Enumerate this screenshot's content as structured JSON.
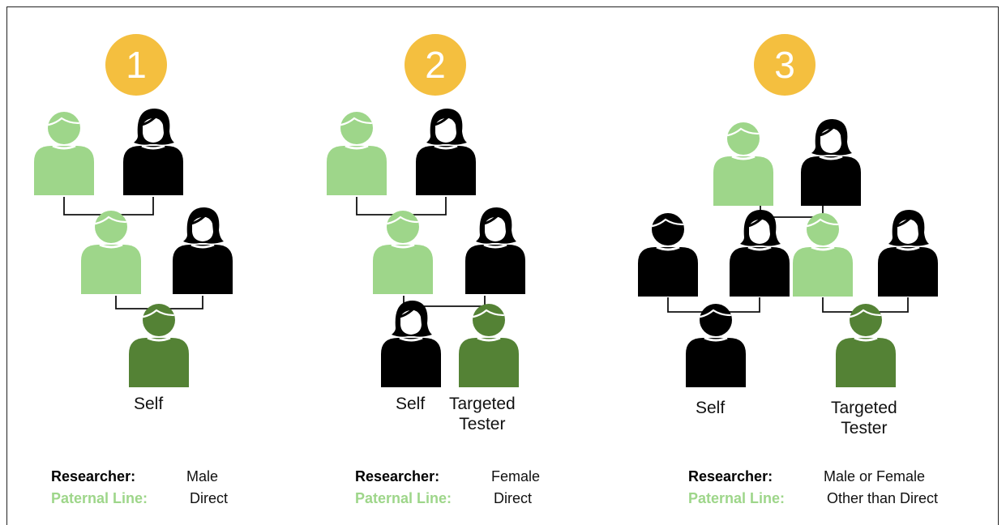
{
  "colors": {
    "badge": "#f4bf3f",
    "badge_text": "#ffffff",
    "light_green": "#9ed68a",
    "dark_green": "#548235",
    "black": "#000000",
    "paternal_label": "#9ed68a"
  },
  "panels": [
    {
      "number": "1",
      "labels": [
        "Self"
      ],
      "researcher_label": "Researcher:",
      "researcher_value": "Male",
      "paternal_label": "Paternal Line:",
      "paternal_value": "Direct"
    },
    {
      "number": "2",
      "labels": [
        "Self",
        "Targeted\nTester"
      ],
      "researcher_label": "Researcher:",
      "researcher_value": "Female",
      "paternal_label": "Paternal Line:",
      "paternal_value": "Direct"
    },
    {
      "number": "3",
      "labels": [
        "Self",
        "Targeted\nTester"
      ],
      "researcher_label": "Researcher:",
      "researcher_value": "Male or Female",
      "paternal_label": "Paternal Line:",
      "paternal_value": "Other than Direct"
    }
  ],
  "people": [
    {
      "panel": 1,
      "role": "grandfather",
      "sex": "male",
      "color": "light_green"
    },
    {
      "panel": 1,
      "role": "grandmother",
      "sex": "female",
      "color": "black"
    },
    {
      "panel": 1,
      "role": "father",
      "sex": "male",
      "color": "light_green"
    },
    {
      "panel": 1,
      "role": "mother",
      "sex": "female",
      "color": "black"
    },
    {
      "panel": 1,
      "role": "self",
      "sex": "male",
      "color": "dark_green"
    },
    {
      "panel": 2,
      "role": "grandfather",
      "sex": "male",
      "color": "light_green"
    },
    {
      "panel": 2,
      "role": "grandmother",
      "sex": "female",
      "color": "black"
    },
    {
      "panel": 2,
      "role": "father",
      "sex": "male",
      "color": "light_green"
    },
    {
      "panel": 2,
      "role": "mother",
      "sex": "female",
      "color": "black"
    },
    {
      "panel": 2,
      "role": "self",
      "sex": "female",
      "color": "black"
    },
    {
      "panel": 2,
      "role": "brother",
      "sex": "male",
      "color": "dark_green"
    },
    {
      "panel": 3,
      "role": "grandfather",
      "sex": "male",
      "color": "light_green"
    },
    {
      "panel": 3,
      "role": "grandmother",
      "sex": "female",
      "color": "black"
    },
    {
      "panel": 3,
      "role": "father",
      "sex": "male",
      "color": "black"
    },
    {
      "panel": 3,
      "role": "mother",
      "sex": "female",
      "color": "black"
    },
    {
      "panel": 3,
      "role": "uncle",
      "sex": "male",
      "color": "light_green"
    },
    {
      "panel": 3,
      "role": "aunt-by-marriage",
      "sex": "female",
      "color": "black"
    },
    {
      "panel": 3,
      "role": "self",
      "sex": "male",
      "color": "black"
    },
    {
      "panel": 3,
      "role": "cousin",
      "sex": "male",
      "color": "dark_green"
    }
  ]
}
